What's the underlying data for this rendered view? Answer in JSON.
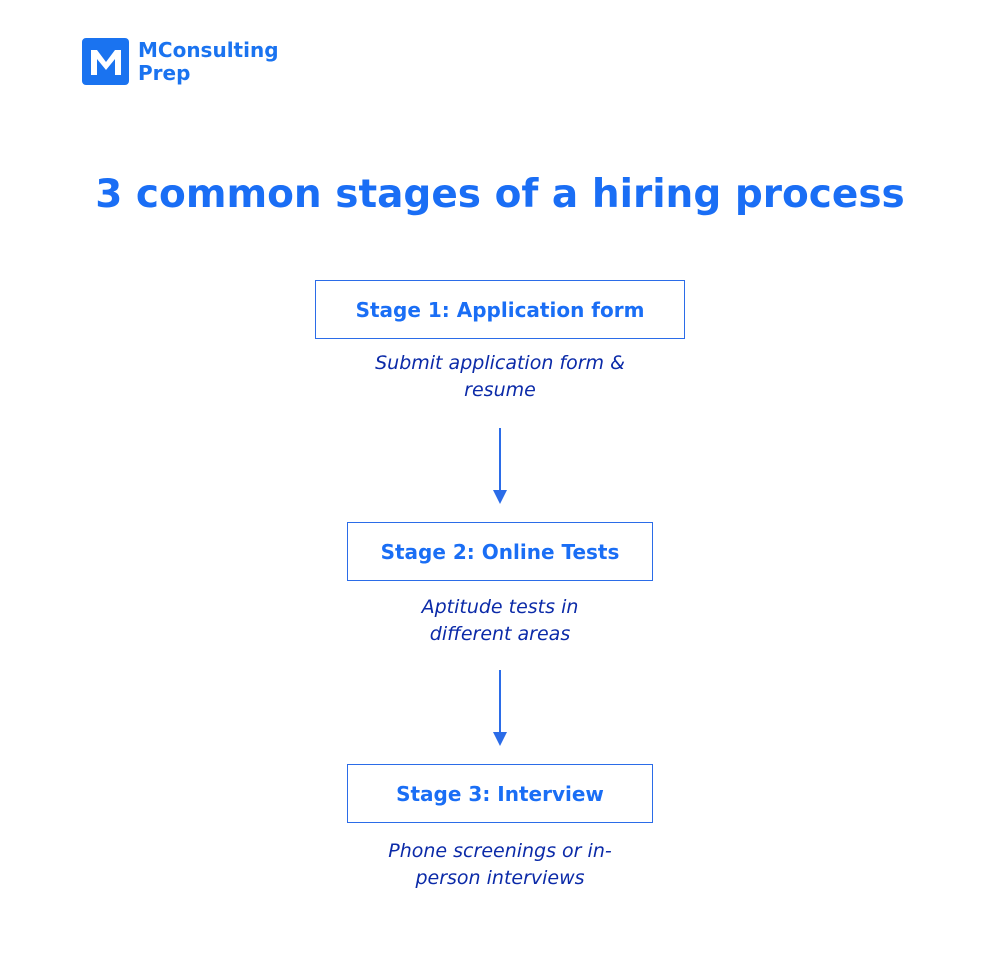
{
  "brand": {
    "logo_letter": "M",
    "name_line1": "MConsulting",
    "name_line2": "Prep",
    "color": "#1a73f0"
  },
  "title": "3 common stages of a hiring process",
  "stages": [
    {
      "label": "Stage 1: Application form",
      "desc_line1": "Submit application form &",
      "desc_line2": "resume"
    },
    {
      "label": "Stage 2: Online Tests",
      "desc_line1": "Aptitude tests in",
      "desc_line2": "different areas"
    },
    {
      "label": "Stage 3: Interview",
      "desc_line1": "Phone screenings or in-",
      "desc_line2": "person interviews"
    }
  ],
  "colors": {
    "accent": "#1a6ef5",
    "border": "#2b6ce8",
    "description": "#0b2aa8"
  }
}
